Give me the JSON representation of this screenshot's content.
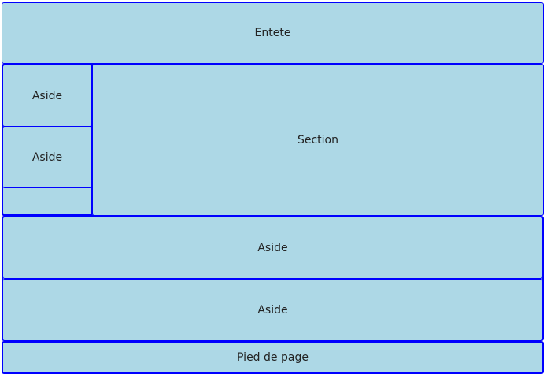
{
  "header": {
    "label": "Entete"
  },
  "left_asides": [
    {
      "label": "Aside"
    },
    {
      "label": "Aside"
    }
  ],
  "section": {
    "label": "Section"
  },
  "bottom_asides": [
    {
      "label": "Aside"
    },
    {
      "label": "Aside"
    }
  ],
  "footer": {
    "label": "Pied de page"
  },
  "colors": {
    "background": "#add8e6",
    "border": "#0000ff"
  }
}
